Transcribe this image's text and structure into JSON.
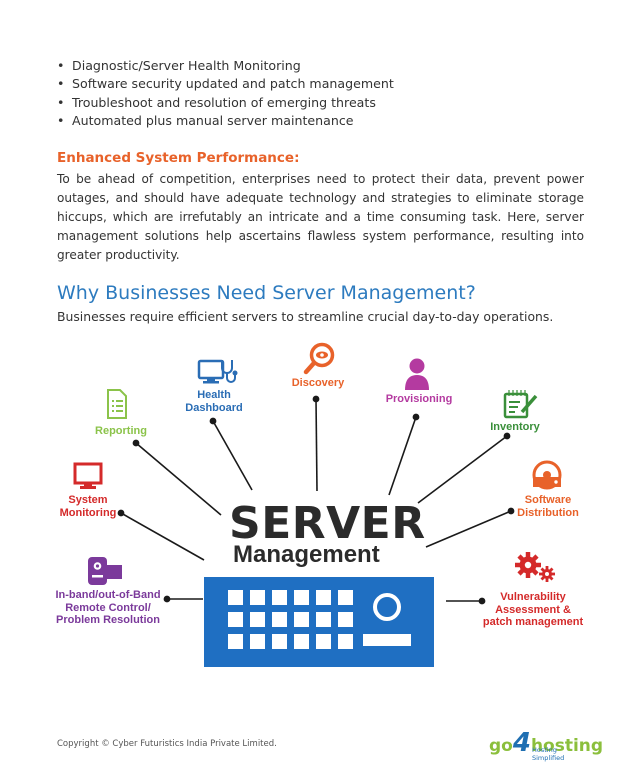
{
  "bullets": [
    "Diagnostic/Server Health Monitoring",
    "Software security updated and patch management",
    "Troubleshoot and resolution of emerging threats",
    "Automated plus manual server maintenance"
  ],
  "section": {
    "heading": "Enhanced System Performance:",
    "paragraph": "To be ahead of competition, enterprises need to protect their data, prevent power outages, and should have adequate technology and strategies to eliminate storage hiccups, which are irrefutably an intricate and a time consuming task.  Here, server management solutions help ascertains flawless system performance, resulting into greater productivity."
  },
  "why": {
    "heading": "Why Businesses Need Server Management?",
    "subtext": "Businesses require efficient servers to streamline crucial day-to-day operations."
  },
  "diagram": {
    "center_line1": "SERVER",
    "center_line2": "Management",
    "nodes": {
      "health_dashboard": {
        "label1": "Health",
        "label2": "Dashboard",
        "icon": "monitor-stethoscope-icon",
        "color": "#2a6db5"
      },
      "discovery": {
        "label1": "Discovery",
        "icon": "magnifier-eye-icon",
        "color": "#e8622a"
      },
      "provisioning": {
        "label1": "Provisioning",
        "icon": "person-icon",
        "color": "#b43aa0"
      },
      "inventory": {
        "label1": "Inventory",
        "icon": "clipboard-pen-icon",
        "color": "#3a8f3a"
      },
      "reporting": {
        "label1": "Reporting",
        "icon": "document-list-icon",
        "color": "#8bc34a"
      },
      "system_monitoring": {
        "label1": "System",
        "label2": "Monitoring",
        "icon": "monitor-icon",
        "color": "#d42a2a"
      },
      "software_distribution": {
        "label1": "Software",
        "label2": "Distribution",
        "icon": "disc-drive-icon",
        "color": "#e8622a"
      },
      "remote_control": {
        "label1": "In-band/out-of-Band",
        "label2": "Remote Control/",
        "label3": "Problem Resolution",
        "icon": "projector-icon",
        "color": "#7b3a9b"
      },
      "vulnerability": {
        "label1": "Vulnerability",
        "label2": "Assessment &",
        "label3": "patch management",
        "icon": "gears-icon",
        "color": "#d42a2a"
      }
    }
  },
  "footer": {
    "copyright": "Copyright © Cyber Futuristics India Private Limited."
  },
  "logo": {
    "part1": "go",
    "part2": "4",
    "part3": "hosting",
    "tagline": "Hosting Simplified"
  }
}
